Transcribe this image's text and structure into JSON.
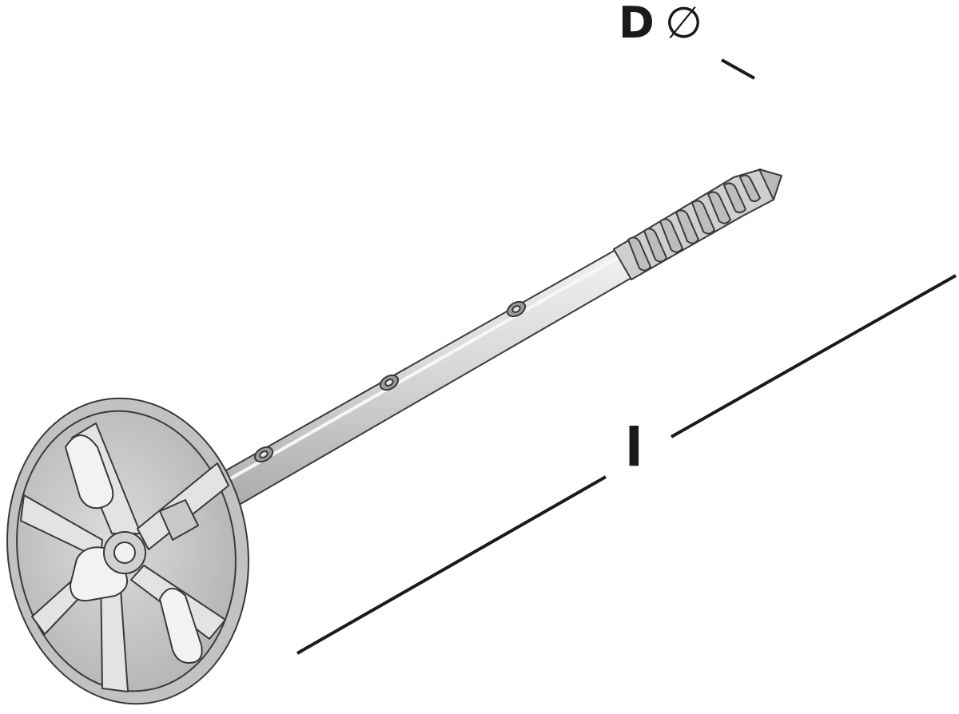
{
  "labels": {
    "diameter_letter": "D",
    "diameter_symbol": "∅",
    "length_letter": "l"
  },
  "colors": {
    "ink": "#1a1a1a",
    "part_fill": "#d6d6d6",
    "part_light": "#e6e6e6",
    "part_dark": "#a8a8a8",
    "part_outline": "#3a3a3a"
  },
  "part": {
    "name": "insulation-anchor",
    "shaft_hole_count": 3,
    "head_slot_count": 3
  }
}
